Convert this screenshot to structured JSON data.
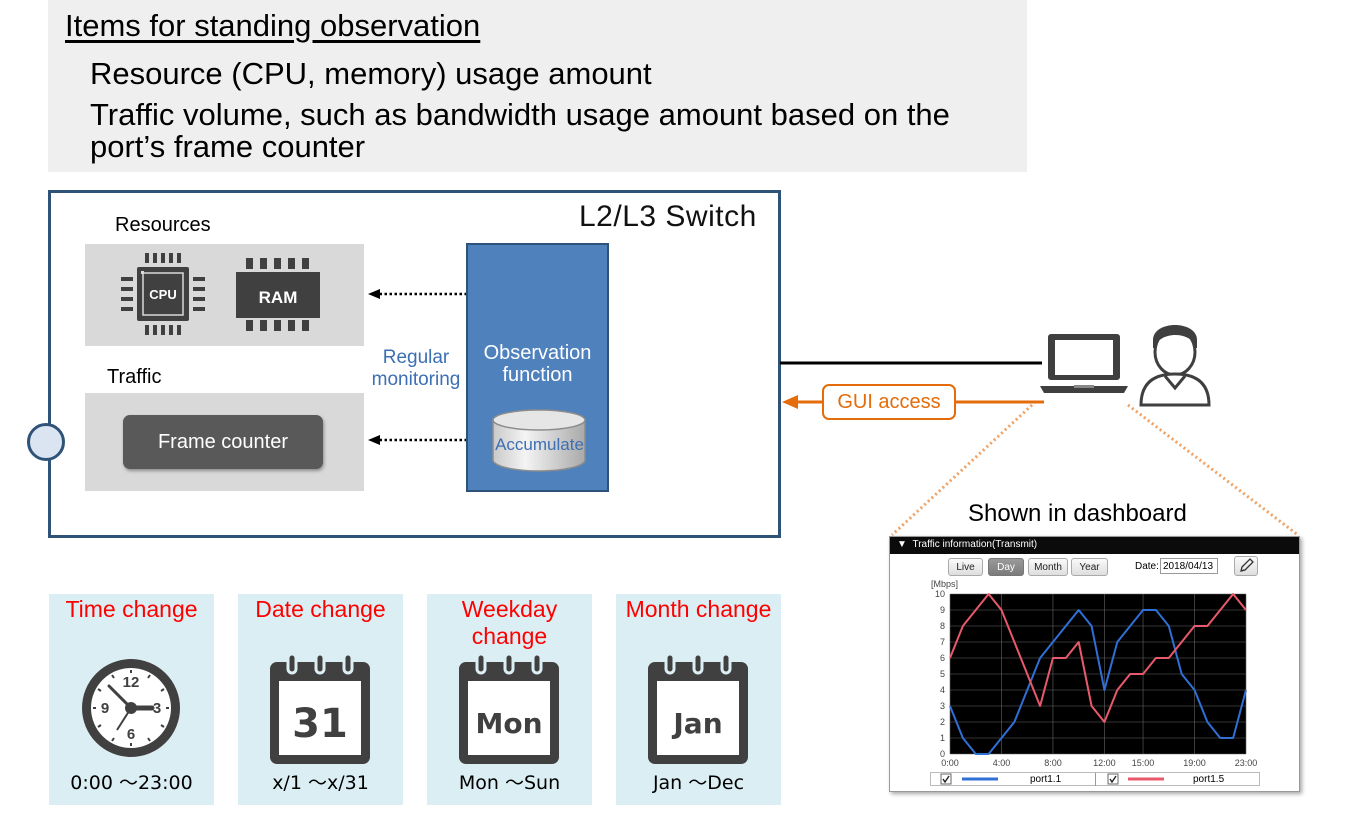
{
  "banner": {
    "heading": "Items for standing observation",
    "items": [
      "Resource (CPU, memory) usage amount",
      "Traffic volume, such as bandwidth usage amount based on the port’s frame counter"
    ]
  },
  "switch": {
    "title": "L2/L3 Switch",
    "resources_label": "Resources",
    "cpu_label": "CPU",
    "ram_label": "RAM",
    "traffic_label": "Traffic",
    "frame_counter_label": "Frame counter",
    "regular_monitoring": "Regular monitoring",
    "observation_function": "Observation function",
    "accumulate_label": "Accumulate"
  },
  "gui_access": "GUI access",
  "change_cards": [
    {
      "title": "Time change",
      "range": "0:00 ～23:00",
      "icon": "clock-icon"
    },
    {
      "title": "Date change",
      "range": "x/1 ～x/31",
      "icon": "calendar-icon",
      "calendar_text": "31"
    },
    {
      "title": "Weekday change",
      "range": "Mon ～Sun",
      "icon": "calendar-icon",
      "calendar_text": "Mon"
    },
    {
      "title": "Month change",
      "range": "Jan ～Dec",
      "icon": "calendar-icon",
      "calendar_text": "Jan"
    }
  ],
  "dashboard": {
    "caption": "Shown in dashboard",
    "header": "Traffic information(Transmit)",
    "buttons": [
      "Live",
      "Day",
      "Month",
      "Year"
    ],
    "active_button": "Day",
    "date_label": "Date:",
    "date_value": "2018/04/13"
  },
  "colors": {
    "frame": "#2f5278",
    "observation_fill": "#4f81bd",
    "gui_orange": "#e46c0a",
    "card_bg": "#dbeef4",
    "card_title": "#ff0000",
    "series_port11": "#2f6fd6",
    "series_port15": "#e8596b"
  },
  "chart_data": {
    "type": "line",
    "ylabel": "[Mbps]",
    "ylim": [
      0,
      10
    ],
    "y_ticks": [
      "0",
      "1",
      "2",
      "3",
      "4",
      "5",
      "6",
      "7",
      "8",
      "9",
      "10"
    ],
    "x_ticks": [
      "0:00",
      "4:00",
      "8:00",
      "12:00",
      "15:00",
      "19:00",
      "23:00"
    ],
    "x": [
      0,
      1,
      2,
      3,
      4,
      5,
      6,
      7,
      8,
      9,
      10,
      11,
      12,
      13,
      14,
      15,
      16,
      17,
      18,
      19,
      20,
      21,
      22,
      23
    ],
    "series": [
      {
        "name": "port1.1",
        "values": [
          3,
          1,
          0,
          0,
          1,
          2,
          4,
          6,
          7,
          8,
          9,
          8,
          4,
          7,
          8,
          9,
          9,
          8,
          5,
          4,
          2,
          1,
          1,
          4
        ]
      },
      {
        "name": "port1.5",
        "values": [
          6,
          8,
          9,
          10,
          9,
          7,
          5,
          3,
          6,
          6,
          7,
          3,
          2,
          4,
          5,
          5,
          6,
          6,
          7,
          8,
          8,
          9,
          10,
          9
        ]
      }
    ],
    "grid": true
  }
}
